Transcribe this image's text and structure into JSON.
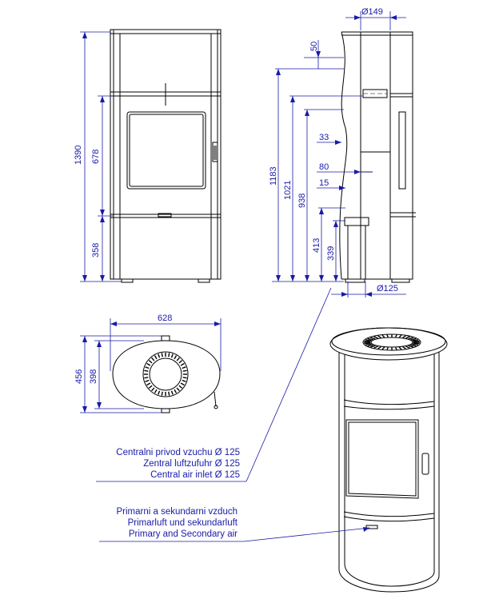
{
  "dimensions": {
    "front_total_height": "1390",
    "front_door_height": "678",
    "front_base_height": "358",
    "side_flue_diameter": "Ø149",
    "side_top_offset": "50",
    "side_h1183": "1183",
    "side_h1021": "1021",
    "side_h938": "938",
    "side_h413": "413",
    "side_h339": "339",
    "side_d33": "33",
    "side_d80": "80",
    "side_d15": "15",
    "side_inlet_diameter": "Ø125",
    "top_width": "628",
    "top_depth": "456",
    "top_inner_depth": "398"
  },
  "legend": {
    "central_inlet": [
      "Centralni privod vzuchu Ø 125",
      "Zentral luftzufuhr Ø 125",
      "Central air inlet Ø 125"
    ],
    "primary_air": [
      "Primarni a sekundarni vzduch",
      "Primarluft und sekundarluft",
      "Primary and Secondary air"
    ]
  },
  "colors": {
    "dimension": "#1a1aa8",
    "outline": "#000000"
  }
}
